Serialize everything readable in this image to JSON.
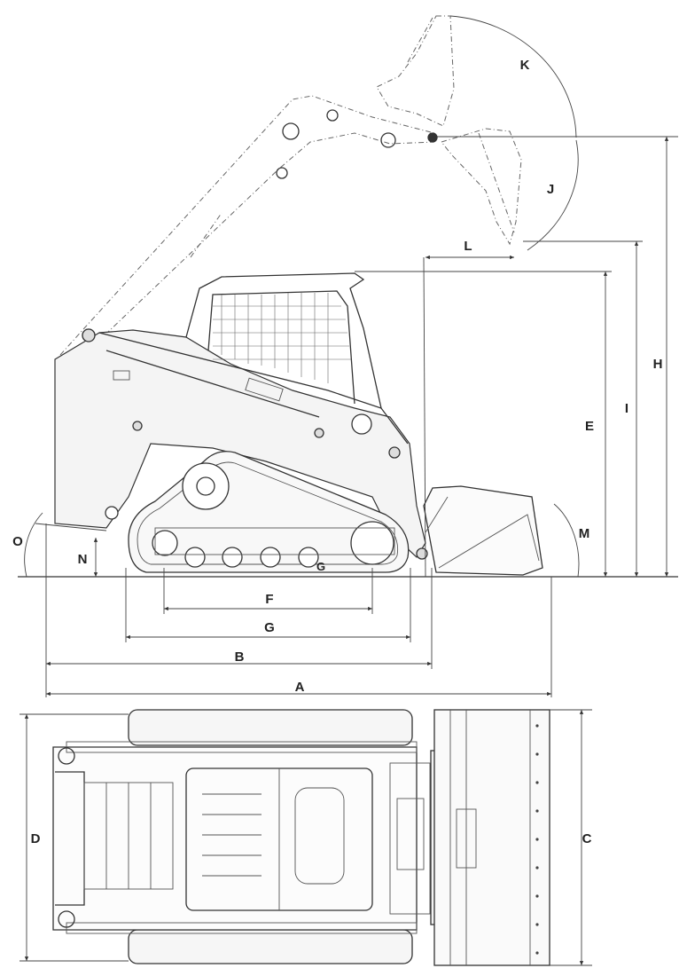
{
  "labels": {
    "a": "A",
    "b": "B",
    "c": "C",
    "d": "D",
    "e": "E",
    "f": "F",
    "g": "G",
    "h": "H",
    "i": "I",
    "j": "J",
    "k": "K",
    "l": "L",
    "m": "M",
    "n": "N",
    "o": "O"
  }
}
